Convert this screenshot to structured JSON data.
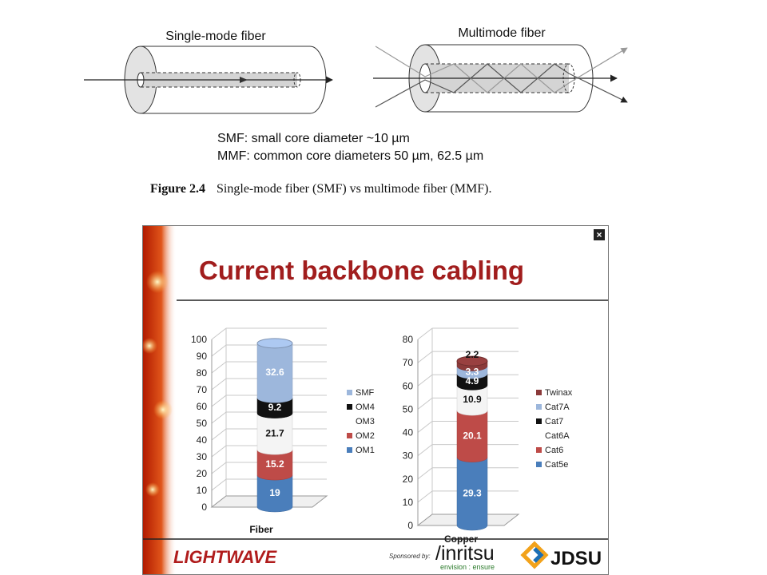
{
  "figure": {
    "smf_title": "Single-mode fiber",
    "mmf_title": "Multimode fiber",
    "note_line1": "SMF: small core diameter ~10 µm",
    "note_line2": "MMF: common core diameters 50 µm, 62.5 µm",
    "caption_label": "Figure 2.4",
    "caption_text": "Single-mode fiber (SMF) vs multimode fiber (MMF)."
  },
  "slide": {
    "title": "Current backbone cabling",
    "close_symbol": "×",
    "footer": {
      "lightwave": "LIGHTWAVE",
      "sponsored": "Sponsored by:",
      "anritsu": "/inritsu",
      "anritsu_tag": "envision : ensure",
      "jdsu": "JDSU"
    }
  },
  "chart_data": [
    {
      "type": "bar",
      "stacked": true,
      "xlabel": "Fiber",
      "ylim": [
        0,
        100
      ],
      "yticks": [
        0,
        10,
        20,
        30,
        40,
        50,
        60,
        70,
        80,
        90,
        100
      ],
      "legend_position": "right",
      "series": [
        {
          "name": "OM1",
          "value": 19,
          "label": "19",
          "color": "#4a7ebb"
        },
        {
          "name": "OM2",
          "value": 15.2,
          "label": "15.2",
          "color": "#be4b48"
        },
        {
          "name": "OM3",
          "value": 21.7,
          "label": "21.7",
          "color": "#f4f4f4"
        },
        {
          "name": "OM4",
          "value": 9.2,
          "label": "9.2",
          "color": "#111111"
        },
        {
          "name": "SMF",
          "value": 32.6,
          "label": "32.6",
          "color": "#9db7dc"
        }
      ]
    },
    {
      "type": "bar",
      "stacked": true,
      "xlabel": "Copper",
      "ylim": [
        0,
        80
      ],
      "yticks": [
        0,
        10,
        20,
        30,
        40,
        50,
        60,
        70,
        80
      ],
      "legend_position": "right",
      "series": [
        {
          "name": "Cat5e",
          "value": 29.3,
          "label": "29.3",
          "color": "#4a7ebb"
        },
        {
          "name": "Cat6",
          "value": 20.1,
          "label": "20.1",
          "color": "#be4b48"
        },
        {
          "name": "Cat6A",
          "value": 10.9,
          "label": "10.9",
          "color": "#f4f4f4"
        },
        {
          "name": "Cat7",
          "value": 4.9,
          "label": "4.9",
          "color": "#111111"
        },
        {
          "name": "Cat7A",
          "value": 3.3,
          "label": "3.3",
          "color": "#9db7dc"
        },
        {
          "name": "Twinax",
          "value": 2.2,
          "label": "2.2",
          "color": "#8b3a3a"
        }
      ]
    }
  ]
}
